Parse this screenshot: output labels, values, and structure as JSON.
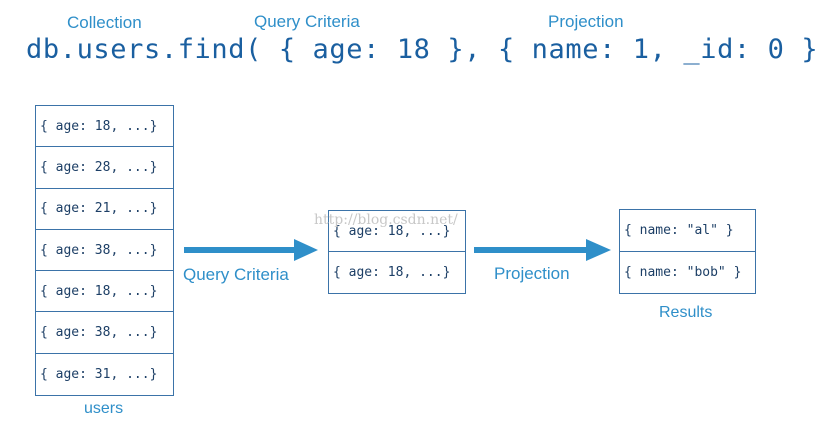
{
  "header": {
    "collection_label": "Collection",
    "query_criteria_label": "Query Criteria",
    "projection_label": "Projection",
    "code": "db.users.find( { age: 18 }, { name: 1, _id: 0 } )"
  },
  "users": {
    "docs": [
      "{ age: 18, ...}",
      "{ age: 28, ...}",
      "{ age: 21, ...}",
      "{ age: 38, ...}",
      "{ age: 18, ...}",
      "{ age: 38, ...}",
      "{ age: 31, ...}"
    ],
    "caption": "users"
  },
  "query_arrow": {
    "label": "Query Criteria"
  },
  "filtered": {
    "docs": [
      "{ age: 18, ...}",
      "{ age: 18, ...}"
    ]
  },
  "projection_arrow": {
    "label": "Projection"
  },
  "results": {
    "docs": [
      "{ name: \"al\" }",
      "{ name: \"bob\" }"
    ],
    "caption": "Results"
  },
  "watermark": "http://blog.csdn.net/",
  "colors": {
    "accent": "#2f8fc9",
    "code": "#1a5fa0",
    "box_border": "#3b73a8"
  }
}
